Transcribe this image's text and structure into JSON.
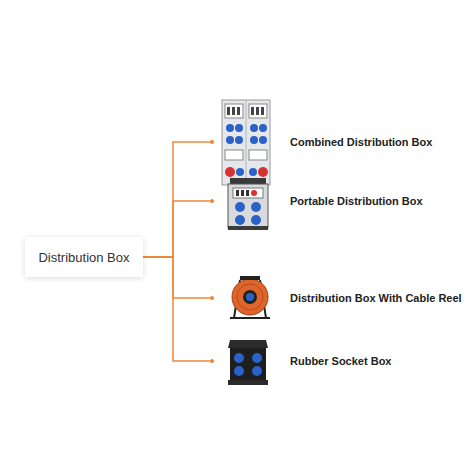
{
  "diagram": {
    "nodes": [
      {
        "text": [
          "Distribution Box"
        ]
      },
      {
        "text": [
          "Combined Distribution Box"
        ]
      },
      {
        "text": [
          "Portable Distribution Box"
        ]
      },
      {
        "text": [
          "Distribution Box With Cable Reel"
        ]
      },
      {
        "text": [
          "Rubber Socket Box"
        ]
      }
    ],
    "edges": [
      {
        "from": 0,
        "to": 1,
        "arrow": "none"
      },
      {
        "from": 0,
        "to": 2,
        "arrow": "none"
      },
      {
        "from": 0,
        "to": 3,
        "arrow": "none"
      },
      {
        "from": 0,
        "to": 4,
        "arrow": "none"
      }
    ]
  }
}
